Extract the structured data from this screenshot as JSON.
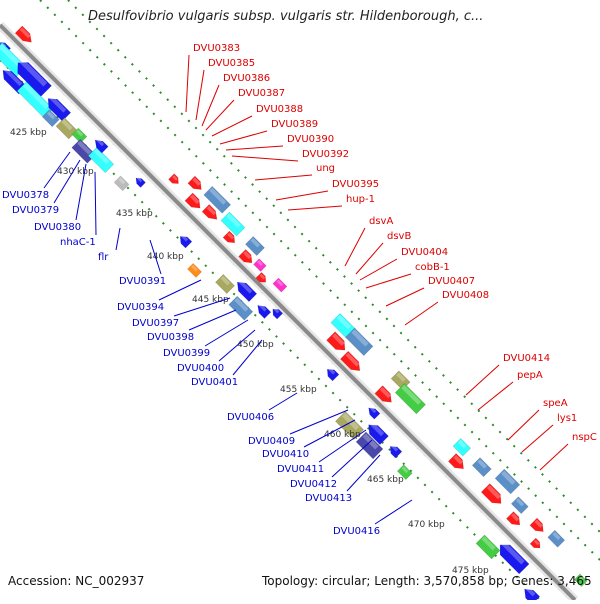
{
  "title": "Desulfovibrio vulgaris subsp. vulgaris str. Hildenborough, c...",
  "footer": {
    "accession": "Accession: NC_002937",
    "topology": "Topology: circular; Length: 3,570,858 bp; Genes: 3,465"
  },
  "colors": {
    "backbone": "#8a8a8a",
    "ticks": "#2e8b2e",
    "forward_label": "#dd0000",
    "reverse_label": "#0000cc",
    "gene_red": "#ff1a1a",
    "gene_blue": "#1a1aee",
    "gene_cyan": "#33ffff",
    "gene_steel": "#5a8fc8",
    "gene_green": "#44cc44",
    "gene_olive": "#a8a860",
    "gene_indigo": "#4a48a8",
    "gene_orange": "#ff8c1a",
    "gene_magenta": "#ff33cc",
    "gene_gray": "#bbbbbb"
  },
  "kbp_ticks": [
    "425 kbp",
    "430 kbp",
    "435 kbp",
    "440 kbp",
    "445 kbp",
    "450 kbp",
    "455 kbp",
    "460 kbp",
    "465 kbp",
    "470 kbp",
    "475 kbp"
  ],
  "forward_genes": [
    "DVU0383",
    "DVU0385",
    "DVU0386",
    "DVU0387",
    "DVU0388",
    "DVU0389",
    "DVU0390",
    "DVU0392",
    "ung",
    "DVU0395",
    "hup-1",
    "dsvA",
    "dsvB",
    "DVU0404",
    "cobB-1",
    "DVU0407",
    "DVU0408",
    "DVU0414",
    "pepA",
    "speA",
    "lys1",
    "nspC"
  ],
  "reverse_genes": [
    "DVU0378",
    "DVU0379",
    "DVU0380",
    "nhaC-1",
    "flr",
    "DVU0391",
    "DVU0394",
    "DVU0397",
    "DVU0398",
    "DVU0399",
    "DVU0400",
    "DVU0401",
    "DVU0406",
    "DVU0409",
    "DVU0410",
    "DVU0411",
    "DVU0412",
    "DVU0413",
    "DVU0416"
  ]
}
